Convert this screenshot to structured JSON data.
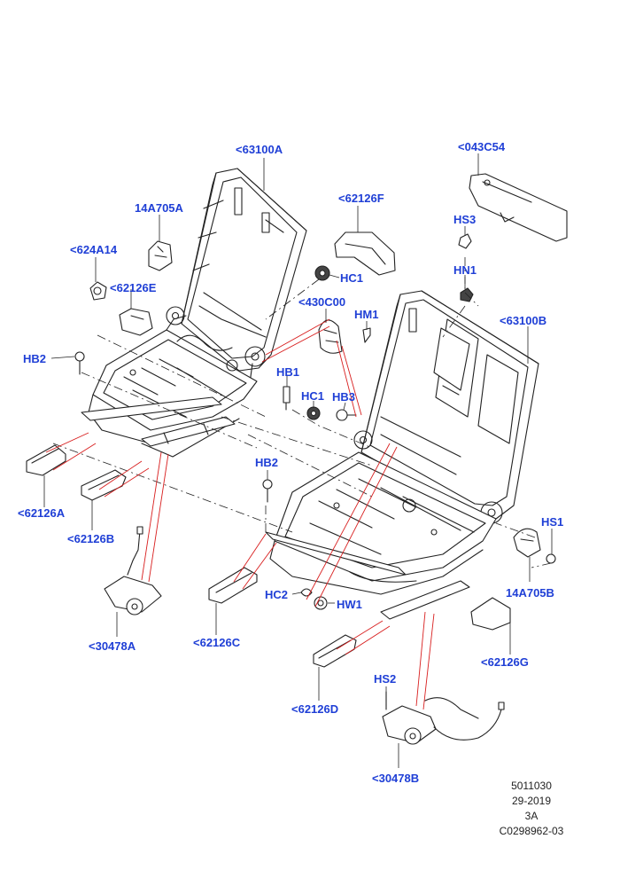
{
  "colors": {
    "label": "#1f3fd6",
    "line": "#222222",
    "leader_red": "#d81e1e"
  },
  "labels": [
    {
      "id": "63100A",
      "text": "<63100A"
    },
    {
      "id": "043C54",
      "text": "<043C54"
    },
    {
      "id": "14A705A",
      "text": "14A705A"
    },
    {
      "id": "62126F",
      "text": "<62126F"
    },
    {
      "id": "HS3",
      "text": "HS3"
    },
    {
      "id": "624A14",
      "text": "<624A14"
    },
    {
      "id": "HC1-upper",
      "text": "HC1"
    },
    {
      "id": "HN1",
      "text": "HN1"
    },
    {
      "id": "62126E",
      "text": "<62126E"
    },
    {
      "id": "430C00",
      "text": "<430C00"
    },
    {
      "id": "HM1",
      "text": "HM1"
    },
    {
      "id": "63100B",
      "text": "<63100B"
    },
    {
      "id": "HB2-left",
      "text": "HB2"
    },
    {
      "id": "HB1",
      "text": "HB1"
    },
    {
      "id": "HC1-lower",
      "text": "HC1"
    },
    {
      "id": "HB3",
      "text": "HB3"
    },
    {
      "id": "HB2-center",
      "text": "HB2"
    },
    {
      "id": "62126A",
      "text": "<62126A"
    },
    {
      "id": "HS1",
      "text": "HS1"
    },
    {
      "id": "62126B",
      "text": "<62126B"
    },
    {
      "id": "14A705B",
      "text": "14A705B"
    },
    {
      "id": "HC2",
      "text": "HC2"
    },
    {
      "id": "HW1",
      "text": "HW1"
    },
    {
      "id": "30478A",
      "text": "<30478A"
    },
    {
      "id": "62126C",
      "text": "<62126C"
    },
    {
      "id": "62126G",
      "text": "<62126G"
    },
    {
      "id": "HS2",
      "text": "HS2"
    },
    {
      "id": "62126D",
      "text": "<62126D"
    },
    {
      "id": "30478B",
      "text": "<30478B"
    }
  ],
  "footer": {
    "line1": "5011030",
    "line2": "29-2019",
    "line3": "3A",
    "line4": "C0298962-03"
  }
}
